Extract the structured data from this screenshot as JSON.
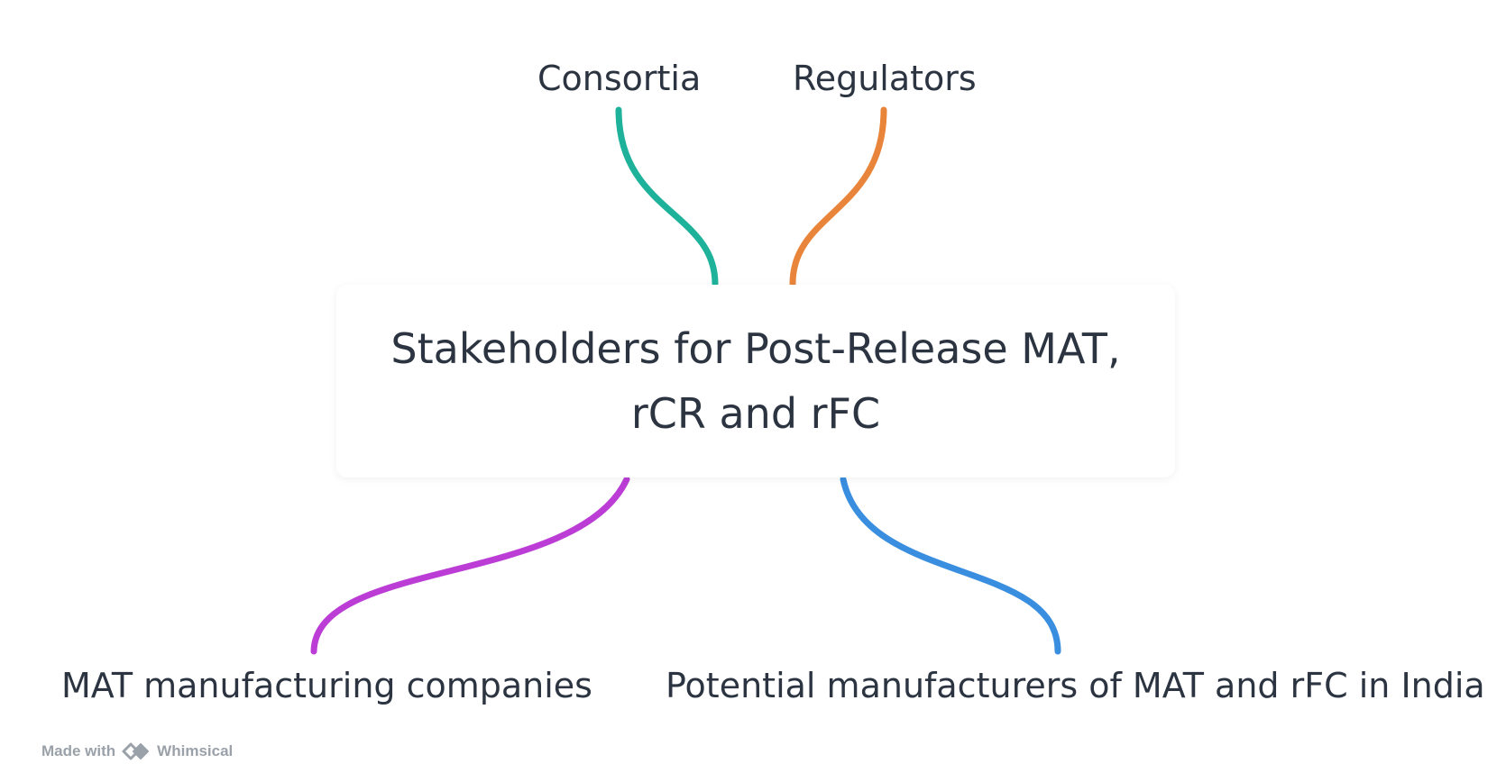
{
  "diagram": {
    "central": {
      "title": "Stakeholders for Post-Release MAT, rCR and rFC"
    },
    "branches": [
      {
        "label": "Consortia",
        "color": "#1fb29b"
      },
      {
        "label": "Regulators",
        "color": "#e8853a"
      },
      {
        "label": "MAT manufacturing companies",
        "color": "#bb3dd6"
      },
      {
        "label": "Potential manufacturers of MAT and rFC in India",
        "color": "#3a8ee0"
      }
    ]
  },
  "footer": {
    "made_with": "Made with",
    "brand": "Whimsical"
  }
}
